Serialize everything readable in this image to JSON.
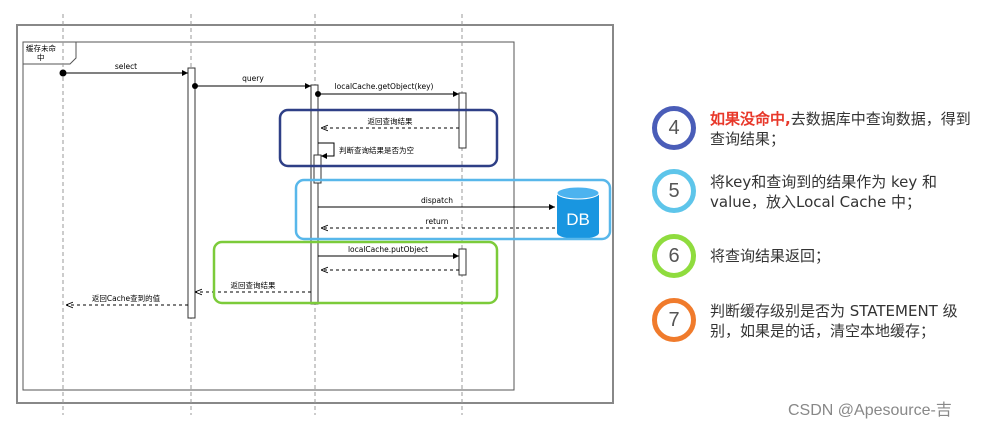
{
  "frame": {
    "label_line1": "缓存未命",
    "label_line2": "中"
  },
  "messages": {
    "select": "select",
    "query": "query",
    "get_object": "localCache.getObject(key)",
    "return_query_result": "返回查询结果",
    "check_empty": "判断查询结果是否为空",
    "dispatch": "dispatch",
    "return": "return",
    "put_object": "localCache.putObject",
    "return_query_result_2": "返回查询结果",
    "return_cache_value": "返回Cache查到的值"
  },
  "db_label": "DB",
  "colors": {
    "step4": "#4a5db8",
    "step5": "#5ec5ea",
    "step6": "#8fdc3e",
    "step7": "#f07b2c",
    "box_navy": "#2e3f86",
    "box_blue": "#58b7ea",
    "box_green": "#7ccb3a",
    "db": "#1996e0",
    "highlight": "#e8382a"
  },
  "steps": [
    {
      "number": "4",
      "highlight": "如果没命中,",
      "text": "去数据库中查询数据，得到查询结果；"
    },
    {
      "number": "5",
      "highlight": "",
      "text": "将key和查询到的结果作为 key 和 value，放入Local Cache 中；"
    },
    {
      "number": "6",
      "highlight": "",
      "text": "将查询结果返回；"
    },
    {
      "number": "7",
      "highlight": "",
      "text": "判断缓存级别是否为 STATEMENT 级别，如果是的话，清空本地缓存；"
    }
  ],
  "watermark": "CSDN @Apesource-吉"
}
